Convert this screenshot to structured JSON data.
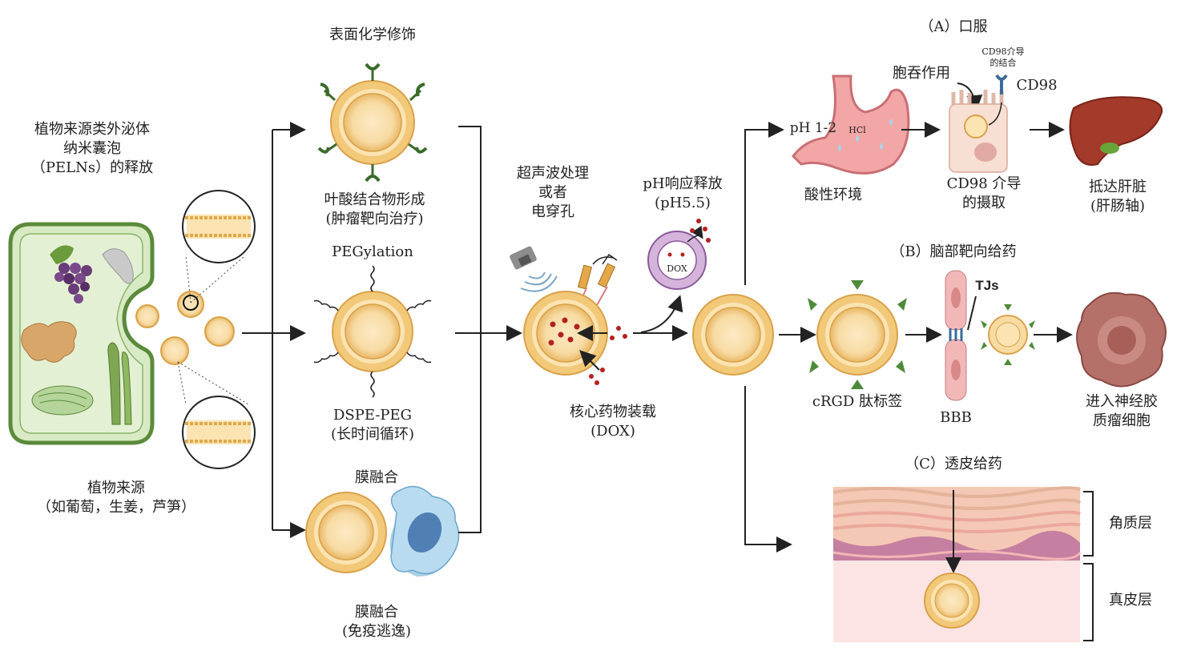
{
  "source": {
    "release_title": [
      "植物来源类外泌体",
      "纳米囊泡",
      "（PELNs）的释放"
    ],
    "plant_source": [
      "植物来源",
      "（如葡萄，生姜，芦笋）"
    ]
  },
  "modification": {
    "title": "表面化学修饰",
    "folate": [
      "叶酸结合物形成",
      "(肿瘤靶向治疗)"
    ],
    "pegylation": "PEGylation",
    "dspe_peg": [
      "DSPE-PEG",
      "(长时间循环)"
    ],
    "membrane_fusion_title": "膜融合",
    "membrane_fusion": [
      "膜融合",
      "(免疫逃逸)"
    ]
  },
  "loading": {
    "method": [
      "超声波处理",
      "或者",
      "电穿孔"
    ],
    "core_drug": [
      "核心药物装载",
      "(DOX)"
    ],
    "ph_release": [
      "pH响应释放",
      "(pH5.5)"
    ],
    "dox_label": "DOX"
  },
  "oral": {
    "title": "（A）口服",
    "ph_label": "pH 1-2",
    "hcl_label": "HCl",
    "acid_env": "酸性环境",
    "endocytosis": "胞吞作用",
    "cd98_binding": [
      "CD98介导",
      "的结合"
    ],
    "cd98": "CD98",
    "cd98_uptake": [
      "CD98 介导",
      "的摄取"
    ],
    "liver": [
      "抵达肝脏",
      "(肝肠轴)"
    ]
  },
  "brain": {
    "title": "（B）脑部靶向给药",
    "tjs": "TJs",
    "crgd": "cRGD 肽标签",
    "bbb": "BBB",
    "glioma": [
      "进入神经胶",
      "质瘤细胞"
    ]
  },
  "skin": {
    "title": "（C）透皮给药",
    "stratum": "角质层",
    "dermis": "真皮层"
  },
  "colors": {
    "vesicle_fill": "#f7dba3",
    "vesicle_edge": "#d9a24a",
    "plant_cell": "#d8eac4",
    "plant_edge": "#5b8a3c",
    "arrow": "#222222",
    "dox_dot": "#b52020",
    "stomach": "#f2a6a6",
    "skin_dermis": "#fde4e4",
    "bbb_cell": "#f2b8b8",
    "glioma": "#b5706a"
  }
}
